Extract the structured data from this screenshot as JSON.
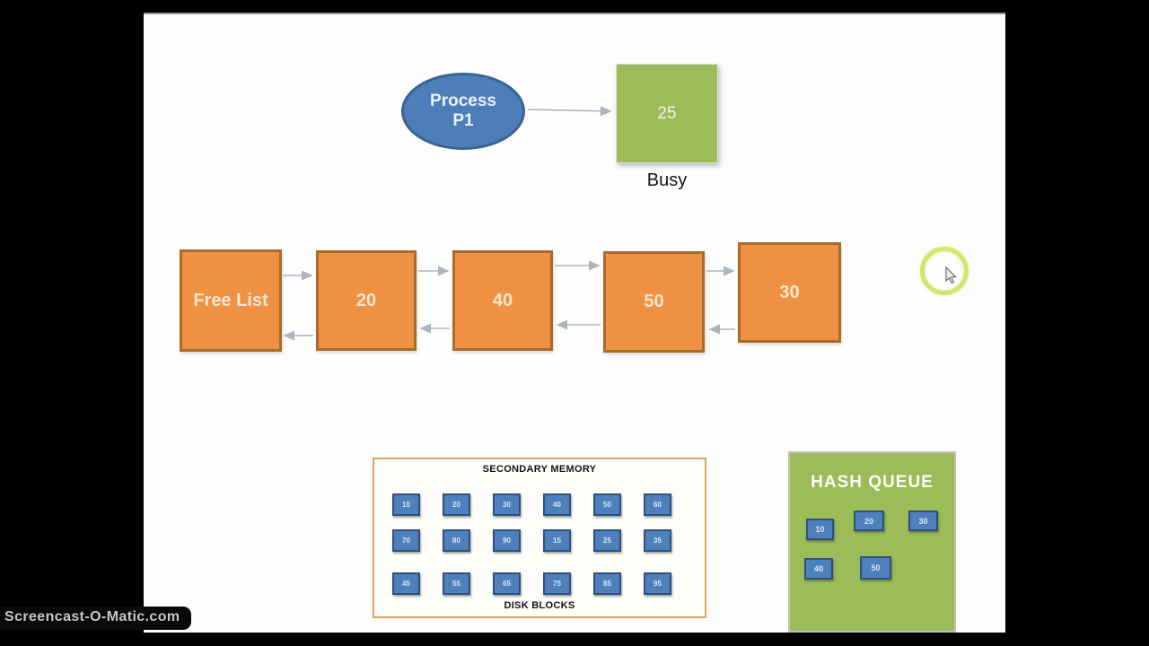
{
  "watermark": {
    "label": "Screencast-O-Matic.com"
  },
  "process_node": {
    "line1": "Process",
    "line2": "P1"
  },
  "busy_block": {
    "value": "25",
    "label": "Busy"
  },
  "free_list": {
    "head_label": "Free List",
    "nodes": [
      "20",
      "40",
      "50",
      "30"
    ]
  },
  "secondary_memory": {
    "title": "SECONDARY MEMORY",
    "footer": "DISK BLOCKS",
    "blocks": [
      [
        "10",
        "20",
        "30",
        "40",
        "50",
        "60"
      ],
      [
        "70",
        "80",
        "90",
        "15",
        "25",
        "35"
      ],
      [
        "45",
        "55",
        "65",
        "75",
        "85",
        "95"
      ]
    ]
  },
  "hash_queue": {
    "title": "HASH QUEUE",
    "blocks": [
      "10",
      "20",
      "30",
      "40",
      "50"
    ]
  },
  "colors": {
    "node_orange": "#EF9143",
    "node_orange_border": "#A86C2A",
    "process_blue": "#4D7EBA",
    "buffer_green": "#9CBB59",
    "disk_block_blue": "#4E80BC",
    "arrow_gray": "#ADB3BF",
    "cursor_ring_green": "#D2E35F"
  }
}
